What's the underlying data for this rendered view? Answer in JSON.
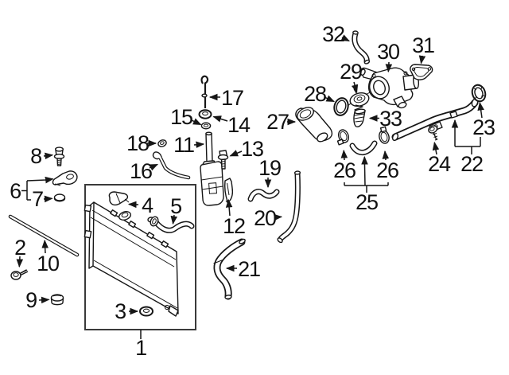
{
  "diagram": {
    "kind": "exploded-parts-diagram",
    "subject": "radiator-and-cooling-components",
    "colors": {
      "background": "#ffffff",
      "line": "#161616",
      "label_text": "#111111"
    },
    "callouts": {
      "c1": "1",
      "c2": "2",
      "c3": "3",
      "c4": "4",
      "c5": "5",
      "c6": "6",
      "c7": "7",
      "c8": "8",
      "c9": "9",
      "c10": "10",
      "c11": "11",
      "c12": "12",
      "c13": "13",
      "c14": "14",
      "c15": "15",
      "c16": "16",
      "c17": "17",
      "c18": "18",
      "c19": "19",
      "c20": "20",
      "c21": "21",
      "c22": "22",
      "c23": "23",
      "c24": "24",
      "c25": "25",
      "c26a": "26",
      "c26b": "26",
      "c27": "27",
      "c28": "28",
      "c29": "29",
      "c30": "30",
      "c31": "31",
      "c32": "32",
      "c33": "33"
    }
  }
}
